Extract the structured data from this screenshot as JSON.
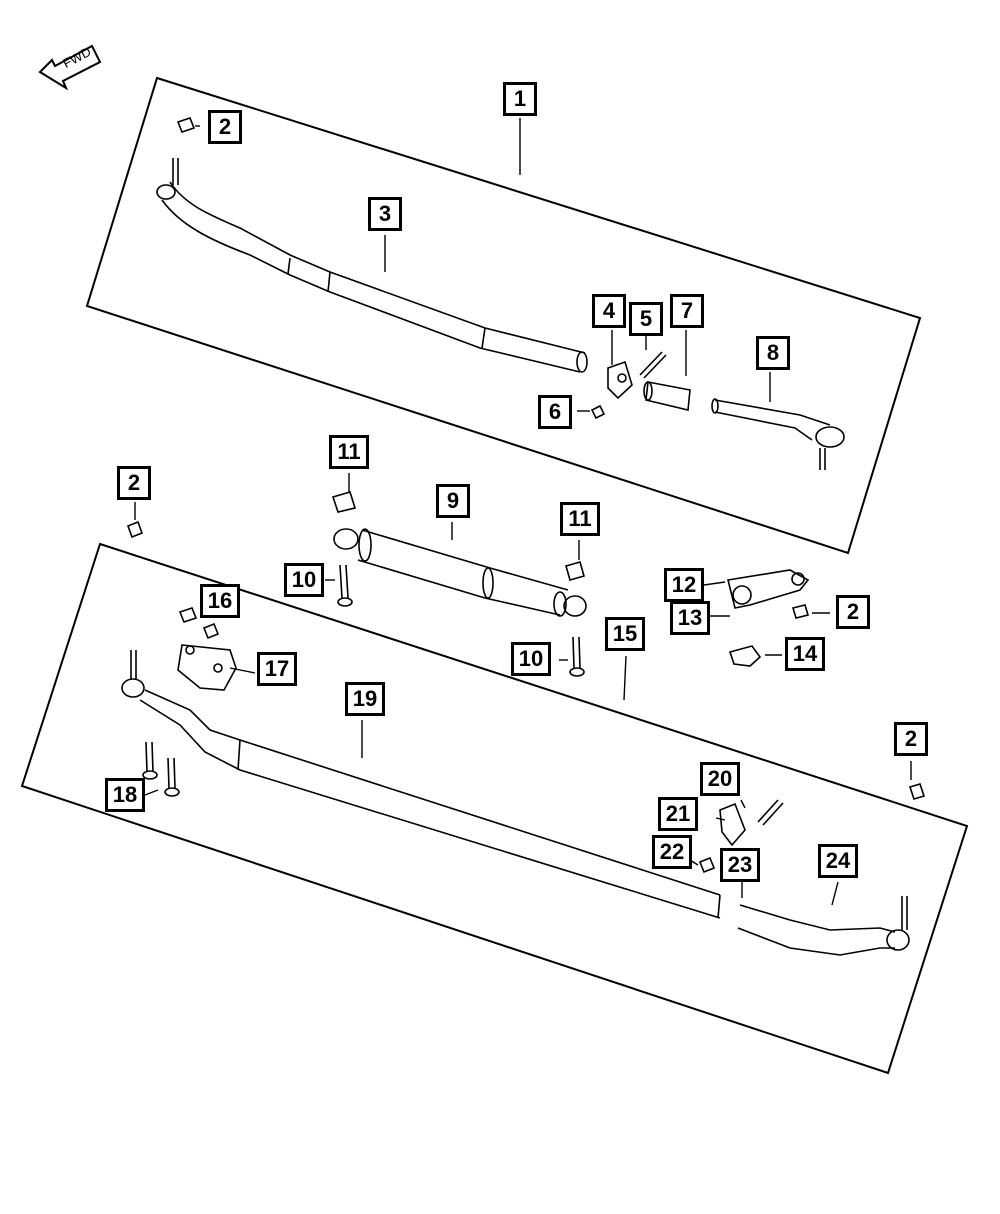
{
  "arrow": {
    "label": "FWD"
  },
  "callouts": {
    "c1": "1",
    "c2a": "2",
    "c3": "3",
    "c4": "4",
    "c5": "5",
    "c6": "6",
    "c7": "7",
    "c8": "8",
    "c2b": "2",
    "c11a": "11",
    "c9": "9",
    "c11b": "11",
    "c10a": "10",
    "c12": "12",
    "c13": "13",
    "c2c": "2",
    "c16": "16",
    "c17": "17",
    "c10b": "10",
    "c15": "15",
    "c14": "14",
    "c19": "19",
    "c2d": "2",
    "c18": "18",
    "c20": "20",
    "c21": "21",
    "c22": "22",
    "c23": "23",
    "c24": "24"
  }
}
